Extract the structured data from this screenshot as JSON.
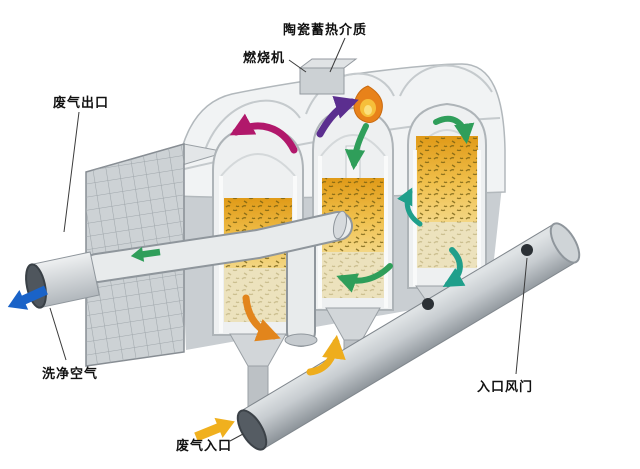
{
  "labels": {
    "ceramic_media": {
      "text": "陶瓷蓄热介质"
    },
    "burner": {
      "text": "燃烧机"
    },
    "exhaust_outlet": {
      "text": "废气出口"
    },
    "clean_air": {
      "text": "洗净空气"
    },
    "inlet_damper": {
      "text": "入口风门"
    },
    "waste_gas_inlet": {
      "text": "废气入口"
    }
  },
  "colors": {
    "clean_air_blue": "#1a63c8",
    "flow_green": "#2f9e5a",
    "flow_teal": "#1f9f8b",
    "flow_purple": "#5b2e8f",
    "flow_magenta": "#b1186b",
    "flow_orange": "#e2851c",
    "waste_gas_yellow": "#f0b01e",
    "ceramic_gold": "#e8a21e",
    "machine_gray": "#ced3d6",
    "flame_orange": "#e8821a"
  }
}
